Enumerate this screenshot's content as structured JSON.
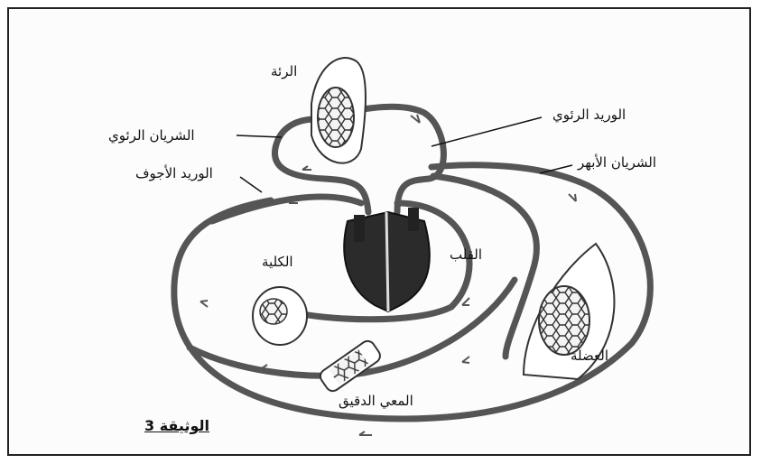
{
  "document": {
    "title": "الوثيقة 3"
  },
  "labels": {
    "lung": "الرئة",
    "pulmonary_vein": "الوريد الرئوي",
    "pulmonary_artery": "الشريان الرئوي",
    "aorta": "الشريان الأبهر",
    "vena_cava": "الوريد الأجوف",
    "kidney": "الكلية",
    "heart": "القلب",
    "muscle": "العضلة",
    "small_intestine": "المعي الدقيق"
  }
}
